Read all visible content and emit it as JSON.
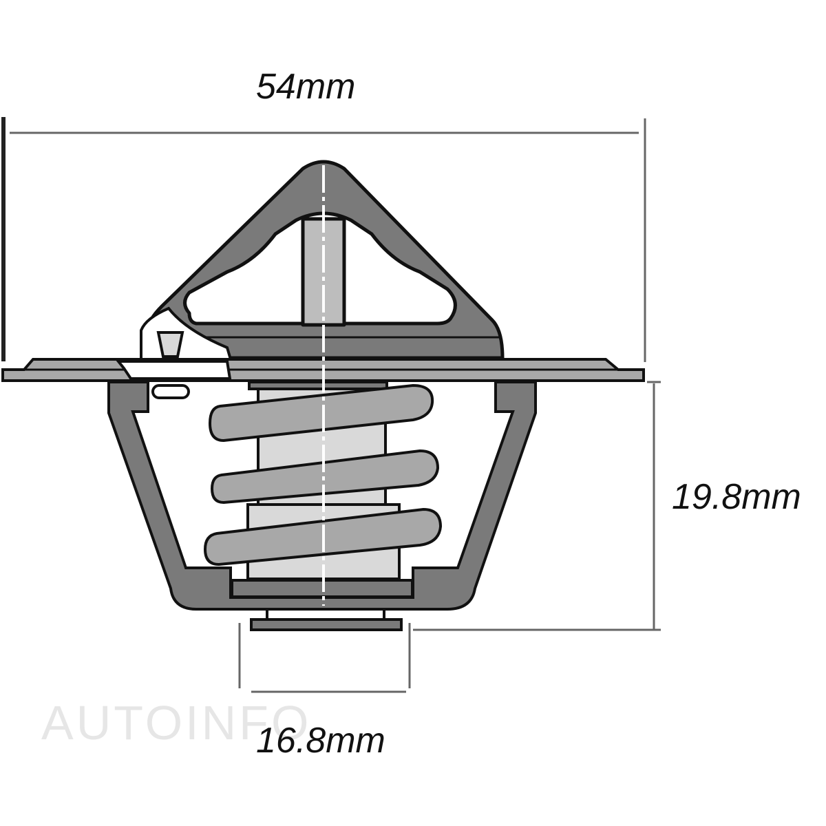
{
  "diagram": {
    "subject": "Thermostat cross-section with dimensions",
    "dimensions": {
      "flange_diameter": "54mm",
      "body_height": "19.8mm",
      "valve_diameter": "16.8mm"
    },
    "watermark": "AUTOINFO",
    "colors": {
      "outline": "#111111",
      "dark_fill": "#7a7a7a",
      "mid_fill": "#a8a8a8",
      "light_fill": "#d9d9d9",
      "dim_line": "#666666",
      "watermark": "#e6e6e6"
    }
  }
}
